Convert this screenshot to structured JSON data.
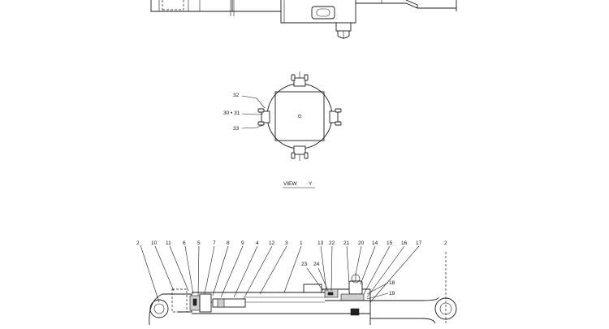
{
  "view_label": {
    "word": "VIEW",
    "letter": "Y"
  },
  "view_callouts": [
    {
      "id": "vc-32",
      "text": "32"
    },
    {
      "id": "vc-30-31",
      "text": "30 • 31"
    },
    {
      "id": "vc-33",
      "text": "33"
    }
  ],
  "section_callouts_top": [
    {
      "id": "sc-2a",
      "text": "2"
    },
    {
      "id": "sc-10",
      "text": "10"
    },
    {
      "id": "sc-11",
      "text": "11"
    },
    {
      "id": "sc-6",
      "text": "6"
    },
    {
      "id": "sc-5",
      "text": "5"
    },
    {
      "id": "sc-7",
      "text": "7"
    },
    {
      "id": "sc-8",
      "text": "8"
    },
    {
      "id": "sc-9",
      "text": "9"
    },
    {
      "id": "sc-4",
      "text": "4"
    },
    {
      "id": "sc-12",
      "text": "12"
    },
    {
      "id": "sc-3",
      "text": "3"
    },
    {
      "id": "sc-1",
      "text": "1"
    },
    {
      "id": "sc-13",
      "text": "13"
    },
    {
      "id": "sc-22",
      "text": "22"
    },
    {
      "id": "sc-21",
      "text": "21"
    },
    {
      "id": "sc-20",
      "text": "20"
    },
    {
      "id": "sc-14",
      "text": "14"
    },
    {
      "id": "sc-15",
      "text": "15"
    },
    {
      "id": "sc-16",
      "text": "16"
    },
    {
      "id": "sc-17",
      "text": "17"
    },
    {
      "id": "sc-2b",
      "text": "2"
    }
  ],
  "section_callouts_lower": [
    {
      "id": "sc-23",
      "text": "23"
    },
    {
      "id": "sc-24",
      "text": "24"
    },
    {
      "id": "sc-18",
      "text": "18"
    },
    {
      "id": "sc-19",
      "text": "19"
    }
  ]
}
